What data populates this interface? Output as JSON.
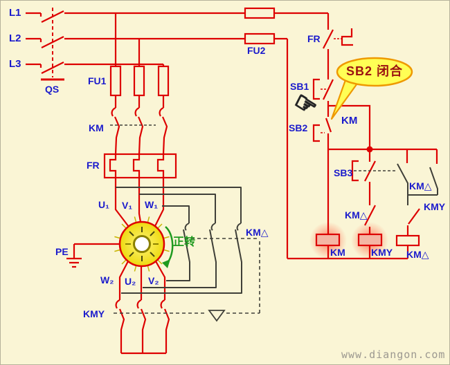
{
  "colors": {
    "background": "#FAF5D5",
    "wire_red": "#DD0000",
    "wire_black": "#3F3F38",
    "label_blue": "#1A1ACC",
    "rotation_green": "#1F9A1F",
    "bubble_fill": "#FFFF55",
    "bubble_border": "#EE9900",
    "bubble_text": "#9B1111",
    "motor_yellow": "#F5E52E",
    "glow_red": "#FF3B1E"
  },
  "power_circuit": {
    "phases": [
      "L1",
      "L2",
      "L3"
    ],
    "disconnect_switch": "QS",
    "main_fuse": "FU1",
    "control_fuse": "FU2",
    "main_contactor_contacts": "KM",
    "thermal_relay": "FR",
    "motor_terminals_top": [
      "U₁",
      "V₁",
      "W₁"
    ],
    "motor_terminals_bottom": [
      "W₂",
      "U₂",
      "V₂"
    ],
    "ground_label": "PE",
    "star_contacts_label": "KMY",
    "delta_contacts_label": "KM△",
    "rotation_annotation": "正转"
  },
  "control_circuit": {
    "thermal_contact": "FR",
    "stop_button": "SB1",
    "start_button": "SB2",
    "selfhold_contact": "KM",
    "transfer_button": "SB3",
    "delta_interlock_contact": "KM△",
    "delta_selfhold_contact": "KM△",
    "star_interlock_contact": "KMY",
    "coils": [
      {
        "label": "KM",
        "energized": true
      },
      {
        "label": "KMY",
        "energized": true
      },
      {
        "label": "KM△",
        "energized": false
      }
    ]
  },
  "callout": {
    "text": "SB2 闭合"
  },
  "cursor": {
    "glyph": "☞"
  },
  "watermark": "www.diangon.com"
}
